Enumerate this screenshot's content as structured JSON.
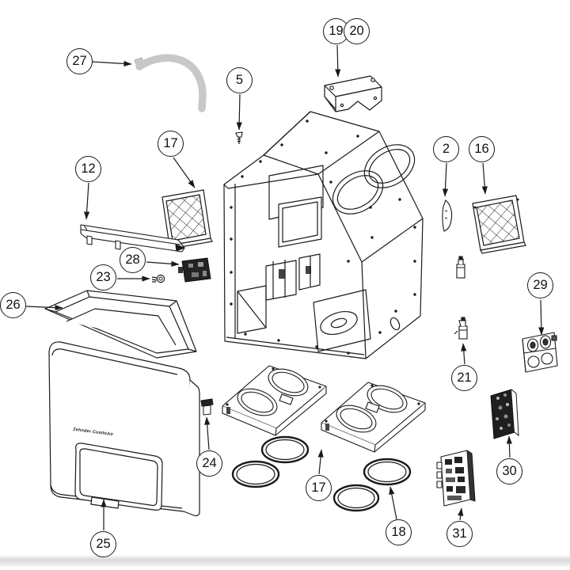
{
  "diagram": {
    "door_logo": "Zehnder ComfoAir"
  },
  "colors": {
    "line": "#1a1a1a",
    "hose": "#c8c8c8",
    "pcb_dark": "#232323",
    "background": "#ffffff"
  },
  "callouts": [
    {
      "number": "27"
    },
    {
      "number": "19"
    },
    {
      "number": "20"
    },
    {
      "number": "5"
    },
    {
      "number": "17"
    },
    {
      "number": "12"
    },
    {
      "number": "2"
    },
    {
      "number": "16"
    },
    {
      "number": "28"
    },
    {
      "number": "23"
    },
    {
      "number": "26"
    },
    {
      "number": "25"
    },
    {
      "number": "24"
    },
    {
      "number": "21"
    },
    {
      "number": "29"
    },
    {
      "number": "30"
    },
    {
      "number": "31"
    },
    {
      "number": "17"
    },
    {
      "number": "18"
    }
  ]
}
